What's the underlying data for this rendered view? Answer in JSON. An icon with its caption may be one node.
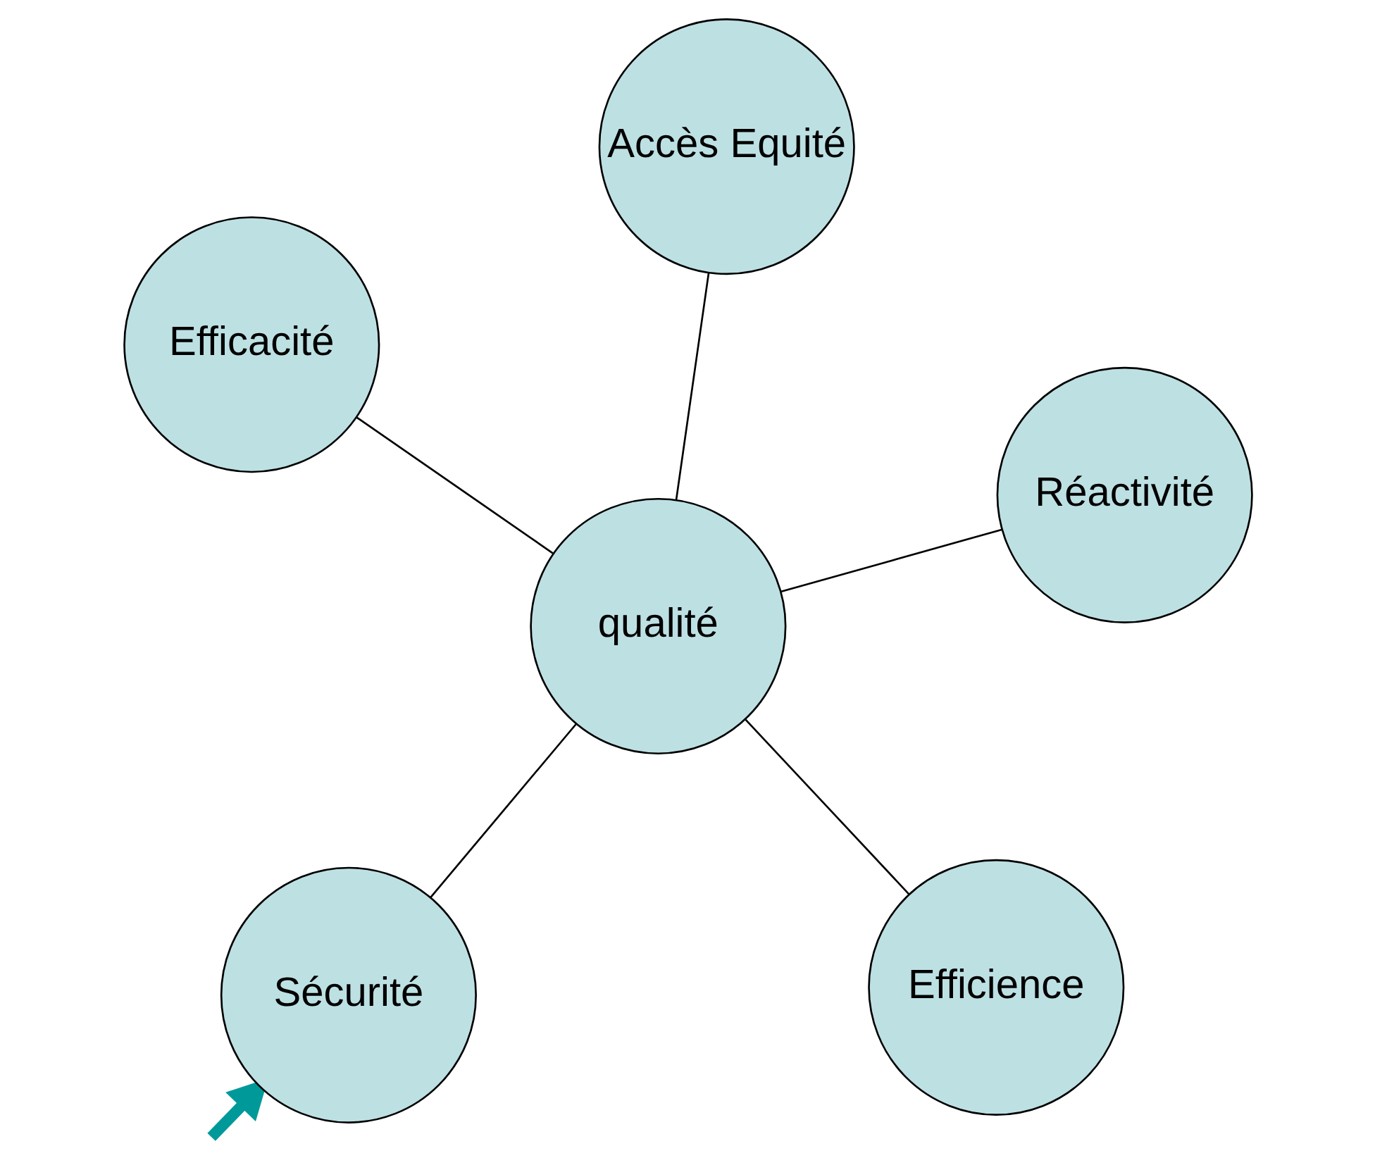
{
  "diagram": {
    "nodes": [
      {
        "text": [
          "Efficacité"
        ]
      },
      {
        "text": [
          "Réactivité"
        ]
      },
      {
        "text": [
          "Sécurité"
        ]
      },
      {
        "text": [
          "qualité"
        ]
      },
      {
        "text": [
          "Accès Equité"
        ]
      },
      {
        "text": [
          "Efficience"
        ]
      }
    ],
    "edges": [
      {
        "from": 3,
        "to": 0,
        "arrow": "none"
      },
      {
        "from": 3,
        "to": 1,
        "arrow": "none"
      },
      {
        "from": 3,
        "to": 2,
        "arrow": "none"
      },
      {
        "from": 3,
        "to": 4,
        "arrow": "none"
      },
      {
        "from": 3,
        "to": 5,
        "arrow": "none"
      },
      {
        "from": null,
        "to": 2,
        "arrow": "to",
        "style": "thick",
        "color": "#009999"
      }
    ]
  }
}
